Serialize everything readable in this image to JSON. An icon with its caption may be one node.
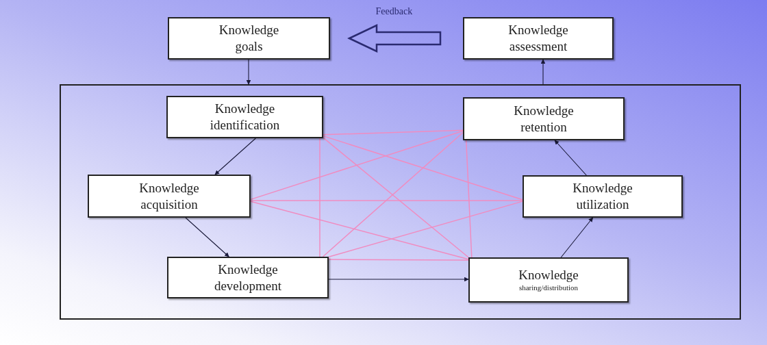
{
  "diagram": {
    "nodes": [
      {
        "text": [
          "Knowledge goals"
        ]
      },
      {
        "text": [
          "Knowledge assessment"
        ]
      },
      {
        "text": [],
        "shape": "box"
      },
      {
        "text": [
          "Knowledge identification"
        ],
        "in": 2
      },
      {
        "text": [
          "Knowledge retention"
        ],
        "in": 2
      },
      {
        "text": [
          "Knowledge acquisition"
        ],
        "in": 2
      },
      {
        "text": [
          "Knowledge utilization"
        ],
        "in": 2
      },
      {
        "text": [
          "Knowledge development"
        ],
        "in": 2
      },
      {
        "text": [
          "Knowledge",
          "sharing/distribution"
        ],
        "in": 2
      }
    ],
    "edges": [
      {
        "from": 1,
        "to": 0,
        "arrow": "to",
        "label": "Feedback",
        "style": "thick",
        "color": "#2a2a70"
      },
      {
        "from": 0,
        "to": 2,
        "arrow": "to",
        "color": "#1a1a3a"
      },
      {
        "from": 2,
        "to": 1,
        "arrow": "to",
        "color": "#1a1a3a"
      },
      {
        "from": 3,
        "to": 5,
        "arrow": "to",
        "color": "#1a1a3a"
      },
      {
        "from": 5,
        "to": 7,
        "arrow": "to",
        "color": "#1a1a3a"
      },
      {
        "from": 7,
        "to": 8,
        "arrow": "to",
        "color": "#1a1a3a"
      },
      {
        "from": 8,
        "to": 6,
        "arrow": "to",
        "color": "#1a1a3a"
      },
      {
        "from": 6,
        "to": 4,
        "arrow": "to",
        "color": "#1a1a3a"
      },
      {
        "from": 3,
        "to": 4,
        "arrow": "none",
        "color": "#f08cc0"
      },
      {
        "from": 3,
        "to": 6,
        "arrow": "none",
        "color": "#f08cc0"
      },
      {
        "from": 3,
        "to": 7,
        "arrow": "none",
        "color": "#f08cc0"
      },
      {
        "from": 3,
        "to": 8,
        "arrow": "none",
        "color": "#f08cc0"
      },
      {
        "from": 5,
        "to": 4,
        "arrow": "none",
        "color": "#f08cc0"
      },
      {
        "from": 5,
        "to": 6,
        "arrow": "none",
        "color": "#f08cc0"
      },
      {
        "from": 5,
        "to": 8,
        "arrow": "none",
        "color": "#f08cc0"
      },
      {
        "from": 7,
        "to": 4,
        "arrow": "none",
        "color": "#f08cc0"
      },
      {
        "from": 7,
        "to": 6,
        "arrow": "none",
        "color": "#f08cc0"
      },
      {
        "from": 7,
        "to": 8,
        "arrow": "none",
        "color": "#f08cc0"
      },
      {
        "from": 4,
        "to": 8,
        "arrow": "none",
        "color": "#f08cc0"
      }
    ]
  }
}
